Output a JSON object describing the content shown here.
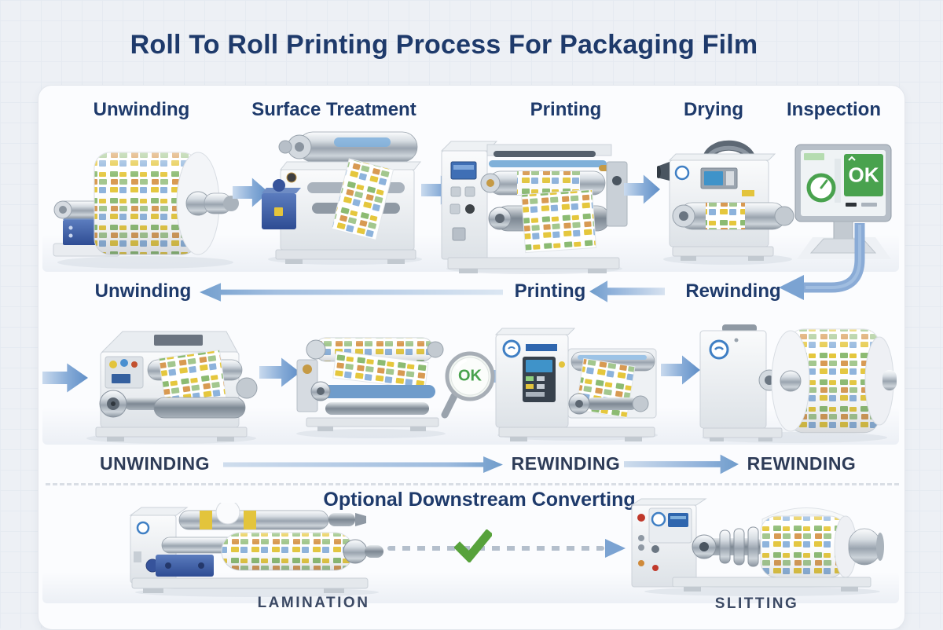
{
  "title": "Roll To Roll Printing Process For Packaging Film",
  "colors": {
    "navy": "#1e3a6b",
    "arrow_blue": "#7ba3d2",
    "ok_green": "#49a24e",
    "check_green": "#57a23b",
    "machine_label_slate": "#3b4964",
    "panel_bg": "#fbfcfe",
    "canvas_bg": "#edf0f5"
  },
  "pass1": {
    "stages": [
      {
        "label": "Unwinding"
      },
      {
        "label": "Surface Treatment"
      },
      {
        "label": "Printing"
      },
      {
        "label": "Drying"
      },
      {
        "label": "Inspection"
      }
    ],
    "monitor_ok": "OK"
  },
  "pass2": {
    "stages": [
      {
        "label": "Unwinding"
      },
      {
        "label": "Printing"
      },
      {
        "label": "Rewinding"
      }
    ],
    "magnifier_ok": "OK"
  },
  "pass3": {
    "stages": [
      {
        "label": "UNWINDING"
      },
      {
        "label": "REWINDING"
      },
      {
        "label": "REWINDING"
      }
    ]
  },
  "downstream": {
    "heading": "Optional Downstream Converting",
    "machines": [
      {
        "label": "LAMINATION"
      },
      {
        "label": "SLITTING"
      }
    ]
  }
}
